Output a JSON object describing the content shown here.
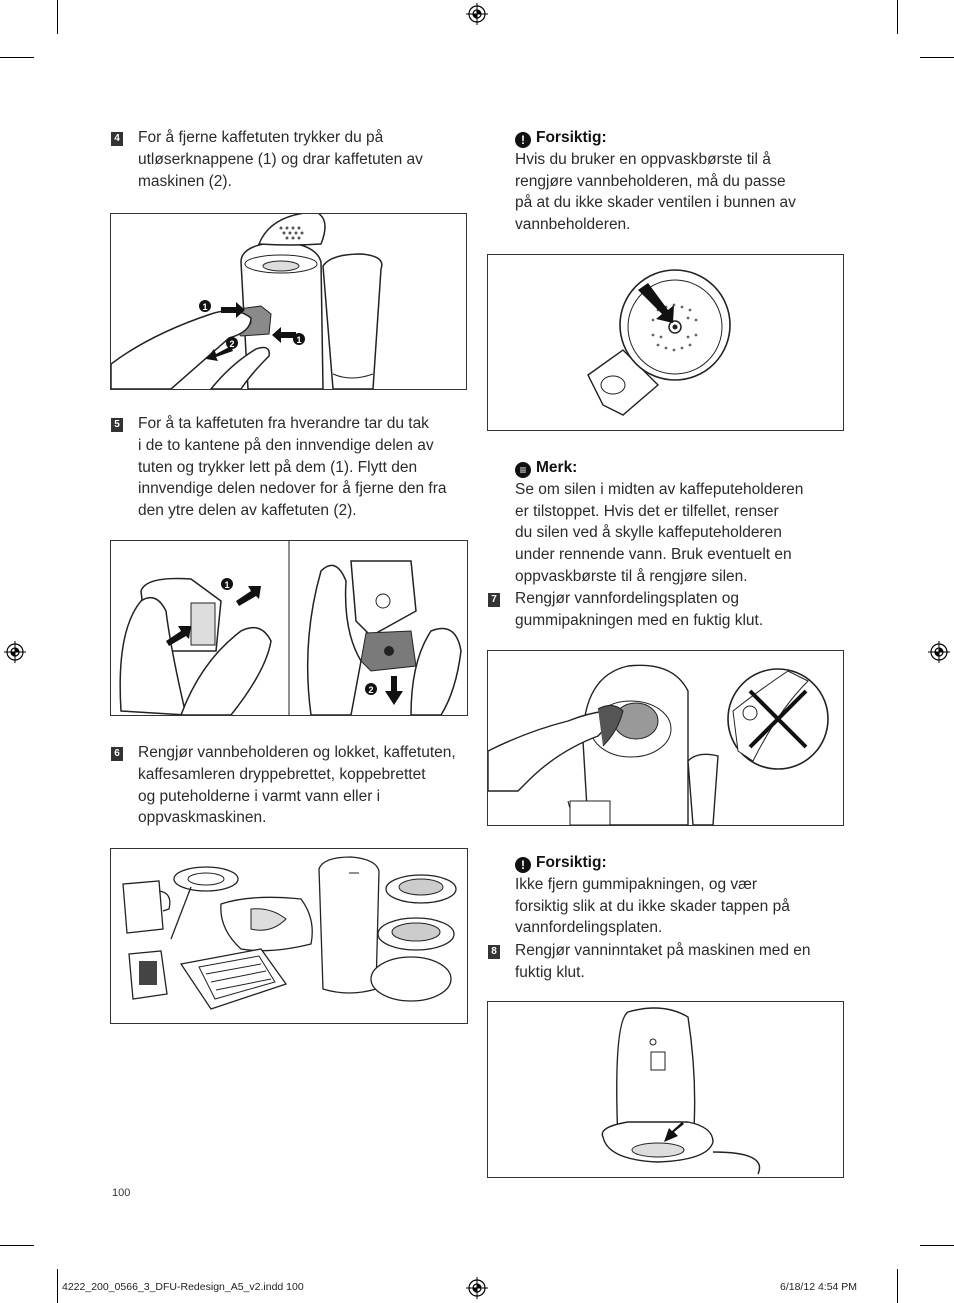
{
  "steps": {
    "s4": {
      "num": "4",
      "lines": [
        "For å fjerne kaffetuten trykker du på",
        "utløserknappene (1) og drar kaffetuten av",
        "maskinen (2)."
      ]
    },
    "s5": {
      "num": "5",
      "lines": [
        "For å ta kaffetuten fra hverandre tar du tak",
        "i de to kantene på den innvendige delen av",
        "tuten og trykker lett på dem (1). Flytt den",
        "innvendige delen nedover for å fjerne den fra",
        "den ytre delen av kaffetuten (2)."
      ]
    },
    "s6": {
      "num": "6",
      "lines": [
        "Rengjør vannbeholderen og lokket, kaffetuten,",
        "kaffesamleren dryppebrettet, koppebrettet",
        "og puteholderne i varmt vann eller i",
        "oppvaskmaskinen."
      ]
    },
    "s7": {
      "num": "7",
      "lines": [
        "Rengjør vannfordelingsplaten og",
        "gummipakningen med en fuktig klut."
      ]
    },
    "s8": {
      "num": "8",
      "lines": [
        "Rengjør vanninntaket på maskinen med en",
        "fuktig klut."
      ]
    }
  },
  "caution1": {
    "icon": "!",
    "head": "Forsiktig:",
    "lines": [
      "Hvis du bruker en oppvaskbørste til å",
      "rengjøre vannbeholderen, må du passe",
      "på at du ikke skader ventilen i bunnen av",
      "vannbeholderen."
    ]
  },
  "note": {
    "icon": "≡",
    "head": "Merk:",
    "lines": [
      "Se om silen i midten av kaffeputeholderen",
      "er tilstoppet. Hvis det er tilfellet, renser",
      "du silen ved å skylle kaffeputeholderen",
      "under rennende vann. Bruk eventuelt en",
      "oppvaskbørste til å rengjøre silen."
    ]
  },
  "caution2": {
    "icon": "!",
    "head": "Forsiktig:",
    "lines": [
      "Ikke fjern gummipakningen, og vær",
      "forsiktig slik at du ikke skader tappen på",
      "vannfordelingsplaten."
    ]
  },
  "figure_callouts": {
    "one": "1",
    "two": "2"
  },
  "page_number": "100",
  "footer": {
    "file": "4222_200_0566_3_DFU-Redesign_A5_v2.indd   100",
    "date": "6/18/12   4:54 PM"
  }
}
